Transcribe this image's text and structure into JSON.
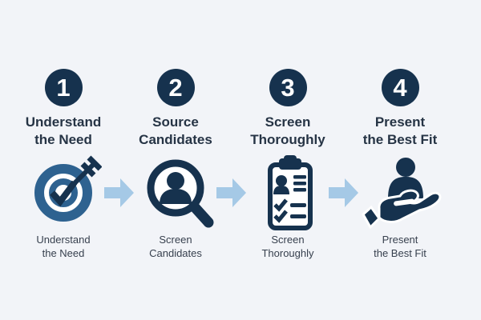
{
  "infographic": {
    "type": "process-steps",
    "background_color": "#f2f4f8",
    "colors": {
      "navy": "#16324e",
      "medium_blue": "#2e6290",
      "light_blue_arrow": "#a5c9e6",
      "title_text": "#263445",
      "caption_text": "#37404e",
      "badge_number_text": "#ffffff",
      "icon_inner_white": "#ffffff"
    },
    "steps": [
      {
        "number": "1",
        "title": "Understand\nthe Need",
        "icon": "target-arrow-icon",
        "caption": "Understand\nthe Need"
      },
      {
        "number": "2",
        "title": "Source\nCandidates",
        "icon": "magnifier-person-icon",
        "caption": "Screen\nCandidates"
      },
      {
        "number": "3",
        "title": "Screen\nThoroughly",
        "icon": "clipboard-checklist-icon",
        "caption": "Screen\nThoroughly"
      },
      {
        "number": "4",
        "title": "Present\nthe Best Fit",
        "icon": "hand-person-icon",
        "caption": "Present\nthe Best Fit"
      }
    ],
    "arrows": [
      {
        "icon": "arrow-right-icon"
      },
      {
        "icon": "arrow-right-icon"
      },
      {
        "icon": "arrow-right-icon"
      }
    ]
  }
}
